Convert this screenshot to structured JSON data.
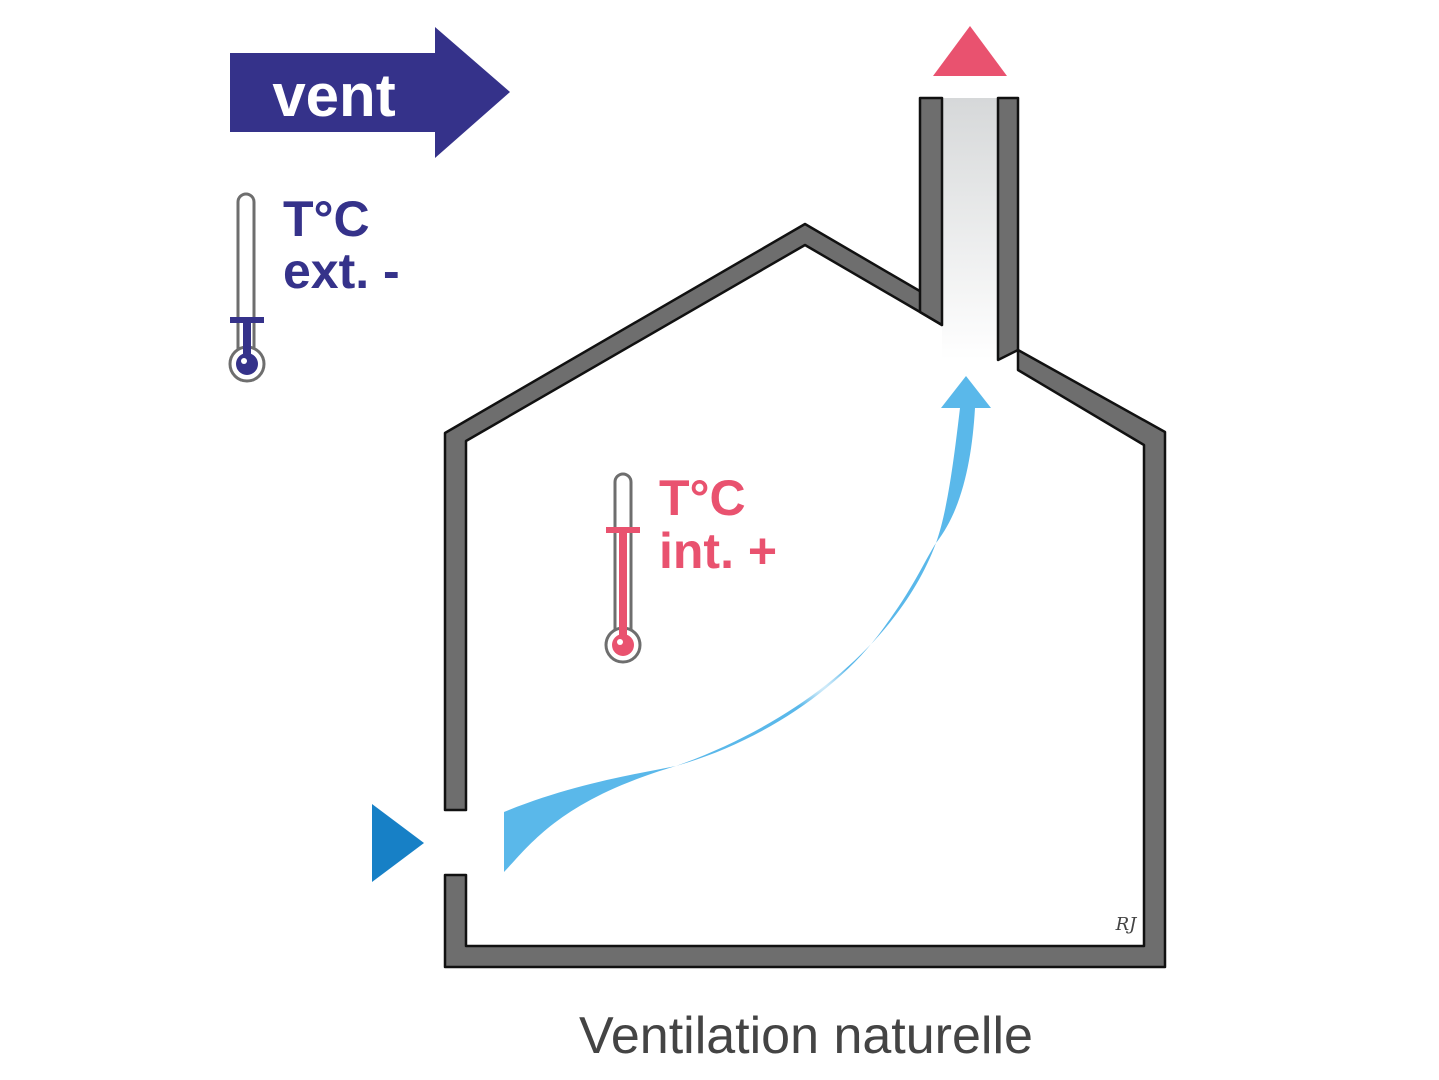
{
  "labels": {
    "wind": "vent",
    "ext_temp_line1": "T°C",
    "ext_temp_line2": "ext. -",
    "int_temp_line1": "T°C",
    "int_temp_line2": "int. +",
    "caption": "Ventilation naturelle",
    "signature": "RJ"
  },
  "icons": {
    "wind_arrow": "wind-arrow-icon",
    "ext_thermometer": "cold-thermometer-icon",
    "int_thermometer": "warm-thermometer-icon",
    "inlet": "air-inlet-triangle-icon",
    "outlet": "air-outlet-triangle-icon",
    "airflow": "airflow-ribbon-arrow-icon"
  },
  "colors": {
    "wind": "#35328a",
    "exterior": "#35328a",
    "interior": "#e9526f",
    "wall": "#6e6e6e",
    "wall_outline": "#111111",
    "airflow": "#5ab8ea",
    "inlet": "#1780c6",
    "outlet": "#e9526f",
    "caption": "#444444"
  }
}
